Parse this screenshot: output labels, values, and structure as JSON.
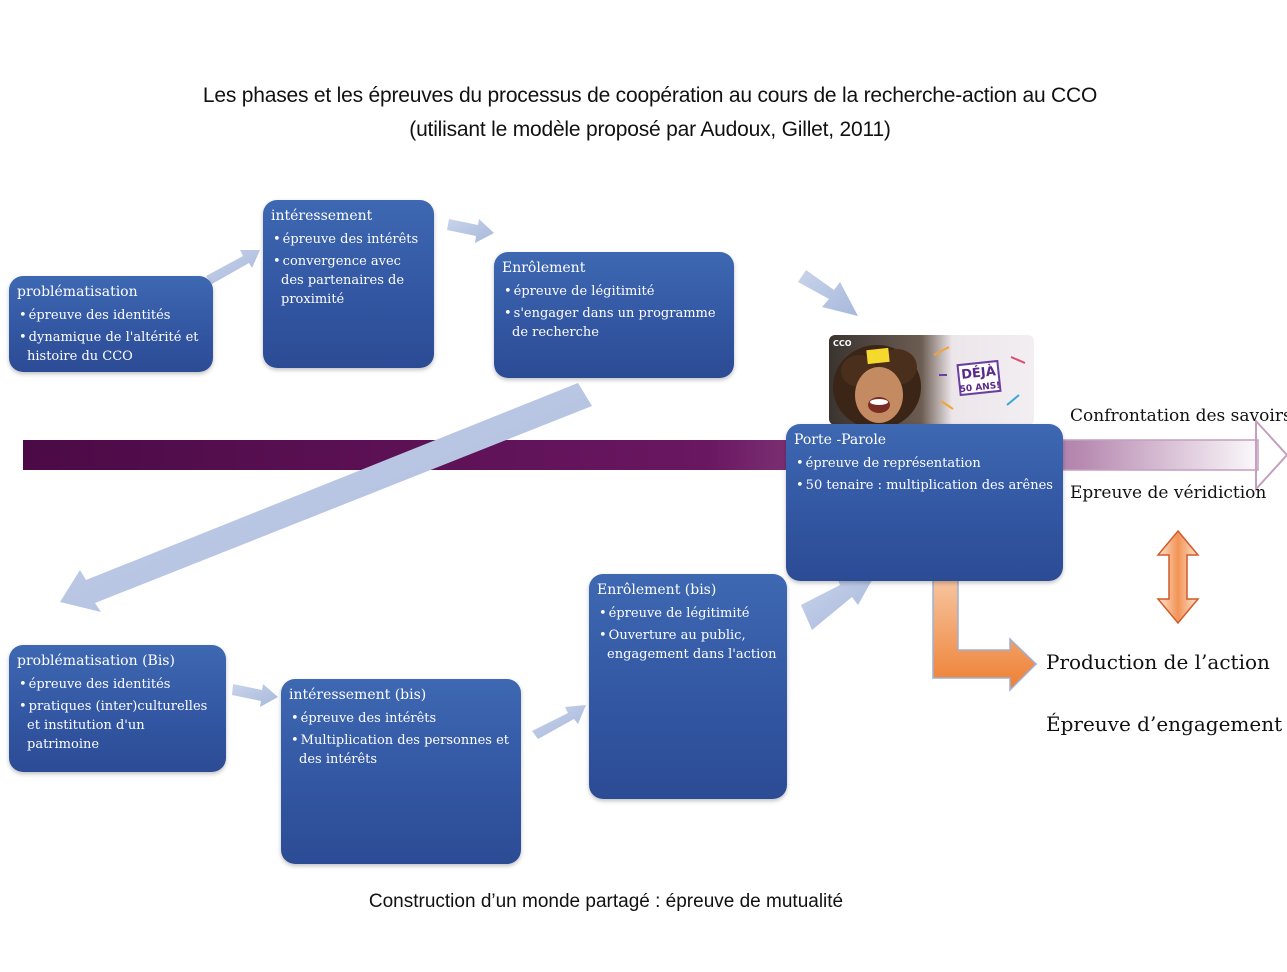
{
  "title": {
    "line1": "Les phases et les épreuves du processus de coopération au cours de la recherche-action au CCO",
    "line2": "(utilisant le modèle proposé par Audoux, Gillet, 2011)"
  },
  "boxes": {
    "problematisation": {
      "title": "problématisation",
      "items": [
        "épreuve des identités",
        "dynamique de l'altérité et histoire du CCO"
      ]
    },
    "interessement": {
      "title": "intéressement",
      "items": [
        "épreuve des intérêts",
        "convergence avec des partenaires  de proximité"
      ]
    },
    "enrolement": {
      "title": "Enrôlement",
      "items": [
        "épreuve  de légitimité",
        "s'engager dans un programme de  recherche"
      ]
    },
    "porte_parole": {
      "title": "Porte -Parole",
      "items": [
        "épreuve  de  représentation",
        "50 tenaire : multiplication des arênes"
      ]
    },
    "problematisation_bis": {
      "title": "problématisation (Bis)",
      "items": [
        "épreuve des identités",
        "pratiques (inter)culturelles et institution d'un patrimoine"
      ]
    },
    "interessement_bis": {
      "title": "intéressement (bis)",
      "items": [
        "épreuve des intérêts",
        "Multiplication des personnes et des intérêts"
      ]
    },
    "enrolement_bis": {
      "title": "Enrôlement (bis)",
      "items": [
        "épreuve  de légitimité",
        "Ouverture au public, engagement dans l'action"
      ]
    }
  },
  "side_labels": {
    "confrontation": "Confrontation des savoirs",
    "veridiction": "Epreuve de véridiction",
    "production": "Production de l’action",
    "engagement": "Épreuve d’engagement"
  },
  "photo": {
    "corner_logo": "CCO",
    "poster_line1": "DÉJÀ",
    "poster_line2": "50 ANS!"
  },
  "footer": "Construction d’un monde partagé : épreuve de mutualité",
  "colors": {
    "box_blue": "#3a62ae",
    "arrow_light_blue": "#b4c3e0",
    "timeline_purple": "#5a0e52",
    "orange_arrow": "#f39a58"
  }
}
